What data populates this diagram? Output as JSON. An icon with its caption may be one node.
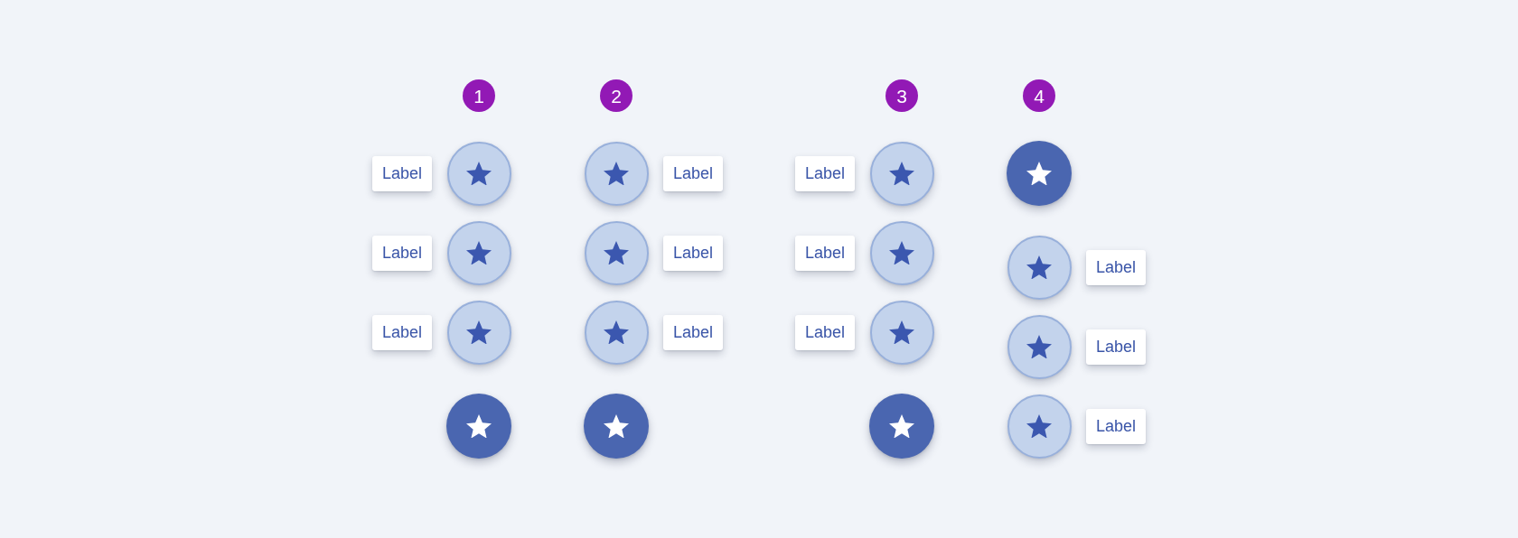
{
  "diagram": {
    "nodes": [
      {
        "text": [
          "1"
        ]
      },
      {
        "text": [
          "Label"
        ]
      },
      {
        "text": [],
        "shape": "circle"
      },
      {
        "text": [
          "Label"
        ]
      },
      {
        "text": [],
        "shape": "circle"
      },
      {
        "text": [
          "Label"
        ]
      },
      {
        "text": [],
        "shape": "circle"
      },
      {
        "text": [],
        "shape": "circle"
      },
      {
        "text": [
          "2"
        ]
      },
      {
        "text": [],
        "shape": "circle"
      },
      {
        "text": [
          "Label"
        ]
      },
      {
        "text": [],
        "shape": "circle"
      },
      {
        "text": [
          "Label"
        ]
      },
      {
        "text": [],
        "shape": "circle"
      },
      {
        "text": [
          "Label"
        ]
      },
      {
        "text": [],
        "shape": "circle"
      },
      {
        "text": [
          "3"
        ]
      },
      {
        "text": [
          "Label"
        ]
      },
      {
        "text": [],
        "shape": "circle"
      },
      {
        "text": [
          "Label"
        ]
      },
      {
        "text": [],
        "shape": "circle"
      },
      {
        "text": [
          "Label"
        ]
      },
      {
        "text": [],
        "shape": "circle"
      },
      {
        "text": [],
        "shape": "circle"
      },
      {
        "text": [
          "4"
        ]
      },
      {
        "text": [],
        "shape": "circle"
      },
      {
        "text": [],
        "shape": "circle"
      },
      {
        "text": [
          "Label"
        ]
      },
      {
        "text": [],
        "shape": "circle"
      },
      {
        "text": [
          "Label"
        ]
      },
      {
        "text": [],
        "shape": "circle"
      },
      {
        "text": [
          "Label"
        ]
      }
    ]
  }
}
